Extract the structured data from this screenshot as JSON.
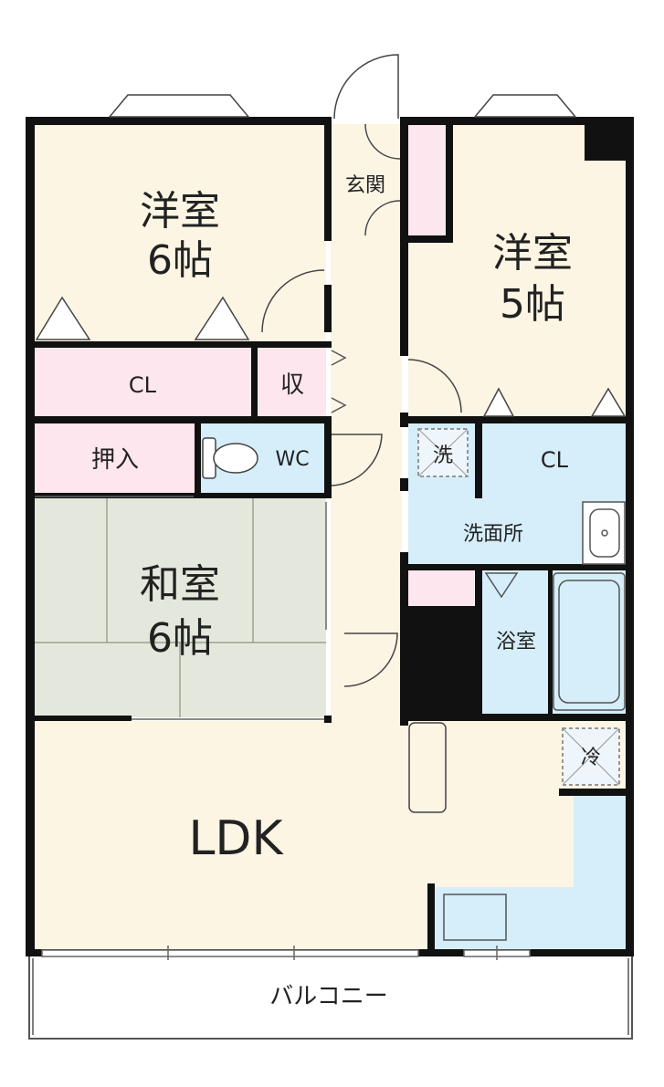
{
  "colors": {
    "wall": "#111111",
    "floor_wood": "#fdf5e4",
    "closet": "#fde6ee",
    "tatami": "#e4e8dc",
    "wet_area": "#d5eefa",
    "balcony": "#ffffff",
    "line": "#444444"
  },
  "rooms": {
    "western1": {
      "name": "洋室",
      "size": "6帖"
    },
    "western2": {
      "name": "洋室",
      "size": "5帖"
    },
    "japanese": {
      "name": "和室",
      "size": "6帖"
    },
    "ldk": {
      "name": "LDK"
    },
    "entrance": {
      "name": "玄関"
    },
    "closet1": {
      "name": "CL"
    },
    "closet2": {
      "name": "CL"
    },
    "storage": {
      "name": "収"
    },
    "oshiire": {
      "name": "押入"
    },
    "wc": {
      "name": "WC"
    },
    "washroom": {
      "name": "洗面所"
    },
    "washer": {
      "name": "洗"
    },
    "bath": {
      "name": "浴室"
    },
    "fridge": {
      "name": "冷"
    },
    "balcony": {
      "name": "バルコニー"
    }
  }
}
